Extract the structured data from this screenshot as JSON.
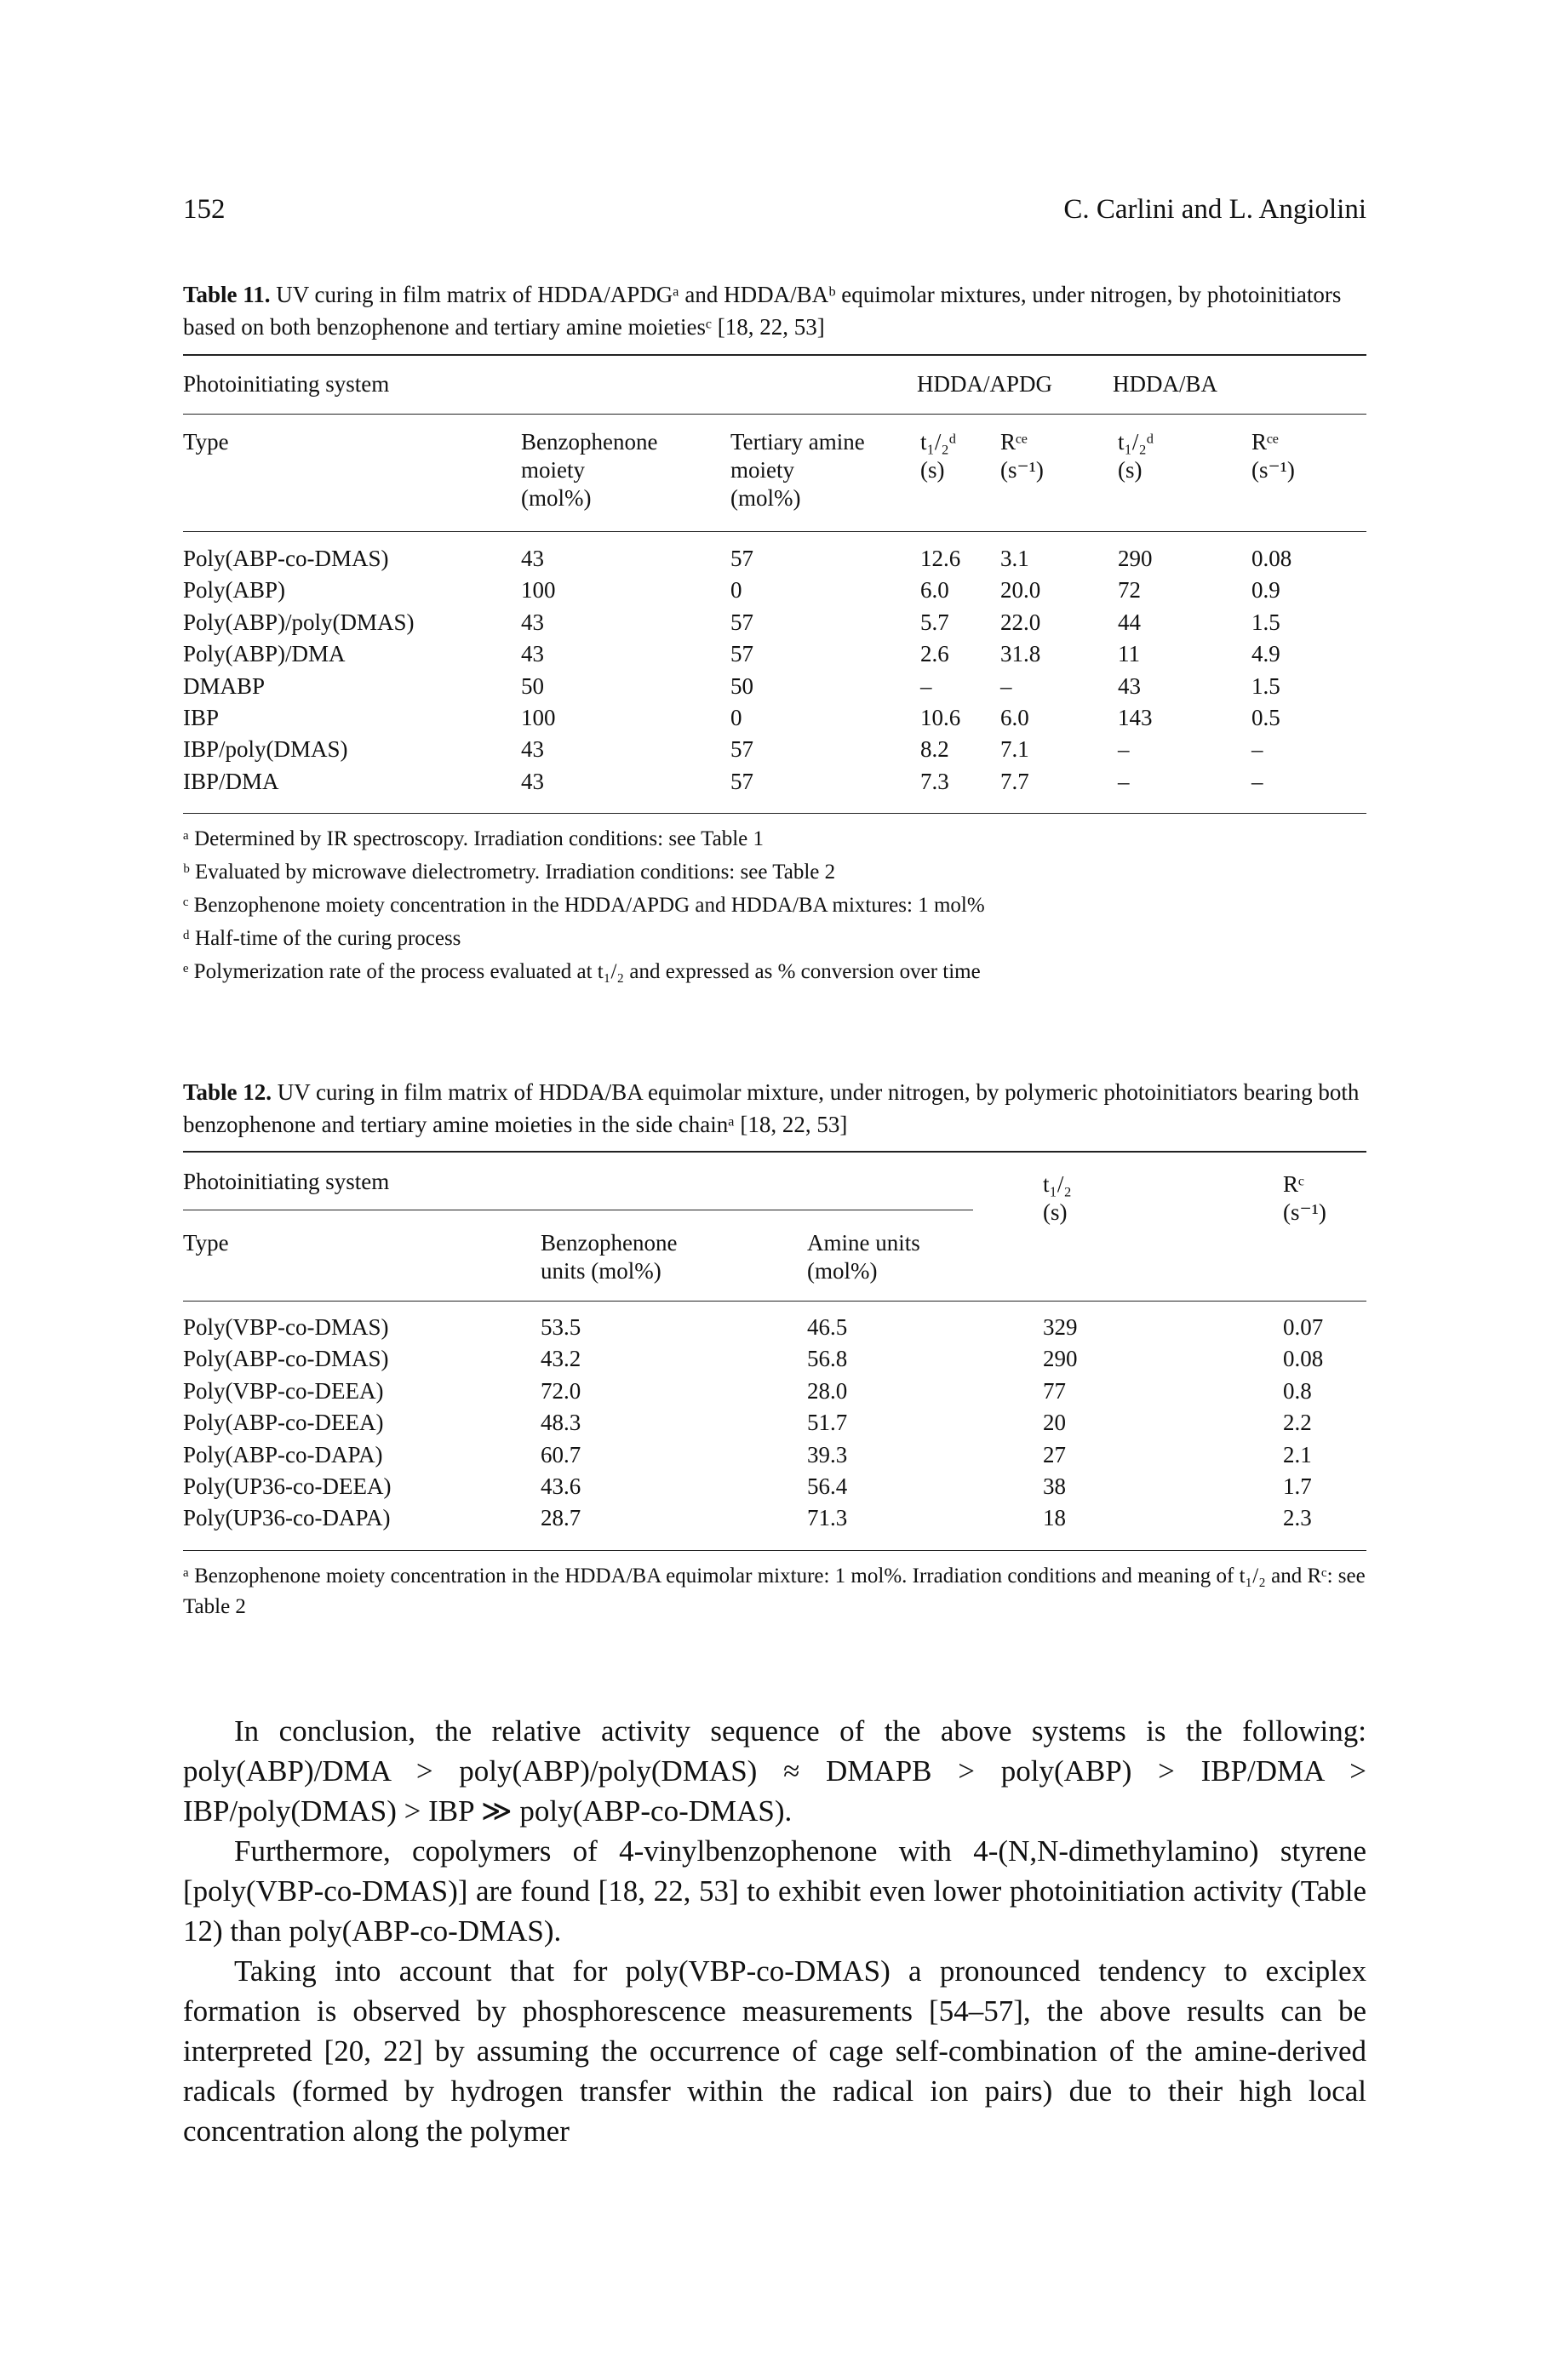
{
  "header": {
    "page_number": "152",
    "authors": "C. Carlini and L. Angiolini"
  },
  "table11": {
    "label": "Table 11.",
    "caption": "UV curing in film matrix of HDDA/APDGᵃ and HDDA/BAᵇ equimolar mixtures, under nitrogen, by photoinitiators based on both benzophenone and tertiary amine moietiesᶜ [18, 22, 53]",
    "group_header": "Photoinitiating system",
    "group_a": "HDDA/APDG",
    "group_b": "HDDA/BA",
    "col_type": "Type",
    "col_benzo": [
      "Benzophenone",
      "moiety",
      "(mol%)"
    ],
    "col_amine": [
      "Tertiary amine",
      "moiety",
      "(mol%)"
    ],
    "col_t12": "t₁/₂ᵈ",
    "col_rc": "Rᶜᵉ",
    "unit_s": "(s)",
    "unit_inv_s": "(s⁻¹)",
    "rows": [
      [
        "Poly(ABP-co-DMAS)",
        "43",
        "57",
        "12.6",
        "3.1",
        "290",
        "0.08"
      ],
      [
        "Poly(ABP)",
        "100",
        "0",
        "6.0",
        "20.0",
        "72",
        "0.9"
      ],
      [
        "Poly(ABP)/poly(DMAS)",
        "43",
        "57",
        "5.7",
        "22.0",
        "44",
        "1.5"
      ],
      [
        "Poly(ABP)/DMA",
        "43",
        "57",
        "2.6",
        "31.8",
        "11",
        "4.9"
      ],
      [
        "DMABP",
        "50",
        "50",
        "–",
        "–",
        "43",
        "1.5"
      ],
      [
        "IBP",
        "100",
        "0",
        "10.6",
        "6.0",
        "143",
        "0.5"
      ],
      [
        "IBP/poly(DMAS)",
        "43",
        "57",
        "8.2",
        "7.1",
        "–",
        "–"
      ],
      [
        "IBP/DMA",
        "43",
        "57",
        "7.3",
        "7.7",
        "–",
        "–"
      ]
    ],
    "footnotes": [
      "ᵃ Determined by IR spectroscopy. Irradiation conditions: see Table 1",
      "ᵇ Evaluated by microwave dielectrometry. Irradiation conditions: see Table 2",
      "ᶜ Benzophenone moiety concentration in the HDDA/APDG and HDDA/BA mixtures: 1 mol%",
      "ᵈ Half-time of the curing process",
      "ᵉ Polymerization rate of the process evaluated at t₁/₂ and expressed as % conversion over time"
    ]
  },
  "table12": {
    "label": "Table 12.",
    "caption": "UV curing in film matrix of HDDA/BA equimolar mixture, under nitrogen, by polymeric photoinitiators bearing both benzophenone and tertiary amine moieties in the side chainᵃ [18, 22, 53]",
    "group_header": "Photoinitiating system",
    "col_type": "Type",
    "col_benzo": [
      "Benzophenone",
      "units (mol%)"
    ],
    "col_amine": [
      "Amine units",
      "(mol%)"
    ],
    "col_t12": "t₁/₂",
    "col_rc": "Rᶜ",
    "unit_s": "(s)",
    "unit_inv_s": "(s⁻¹)",
    "rows": [
      [
        "Poly(VBP-co-DMAS)",
        "53.5",
        "46.5",
        "329",
        "0.07"
      ],
      [
        "Poly(ABP-co-DMAS)",
        "43.2",
        "56.8",
        "290",
        "0.08"
      ],
      [
        "Poly(VBP-co-DEEA)",
        "72.0",
        "28.0",
        "77",
        "0.8"
      ],
      [
        "Poly(ABP-co-DEEA)",
        "48.3",
        "51.7",
        "20",
        "2.2"
      ],
      [
        "Poly(ABP-co-DAPA)",
        "60.7",
        "39.3",
        "27",
        "2.1"
      ],
      [
        "Poly(UP36-co-DEEA)",
        "43.6",
        "56.4",
        "38",
        "1.7"
      ],
      [
        "Poly(UP36-co-DAPA)",
        "28.7",
        "71.3",
        "18",
        "2.3"
      ]
    ],
    "footnote": "ᵃ Benzophenone moiety concentration in the HDDA/BA equimolar mixture: 1 mol%. Irradiation conditions and meaning of t₁/₂ and Rᶜ: see Table 2"
  },
  "body_text": [
    "In conclusion, the relative activity sequence of the above systems is the following: poly(ABP)/DMA > poly(ABP)/poly(DMAS) ≈ DMAPB > poly(ABP) > IBP/DMA > IBP/poly(DMAS) > IBP ≫ poly(ABP-co-DMAS).",
    "Furthermore, copolymers of 4-vinylbenzophenone with 4-(N,N-dimethylamino) styrene [poly(VBP-co-DMAS)] are found [18, 22, 53] to exhibit even lower photoinitiation activity (Table 12) than poly(ABP-co-DMAS).",
    "Taking into account that for poly(VBP-co-DMAS) a pronounced tendency to exciplex formation is observed by phosphorescence measurements [54–57], the above results can be interpreted [20, 22] by assuming the occurrence of cage self-combination of the amine-derived radicals (formed by hydrogen transfer within the radical ion pairs) due to their high local concentration along the polymer"
  ]
}
